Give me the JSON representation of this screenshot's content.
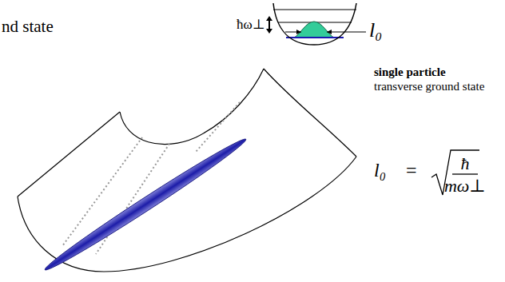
{
  "diagram": {
    "labels": [
      "nd state",
      "ħω⊥",
      "l₀",
      "single particle",
      "transverse ground state",
      "l₀",
      "=",
      "ħ",
      "mω⊥"
    ]
  }
}
